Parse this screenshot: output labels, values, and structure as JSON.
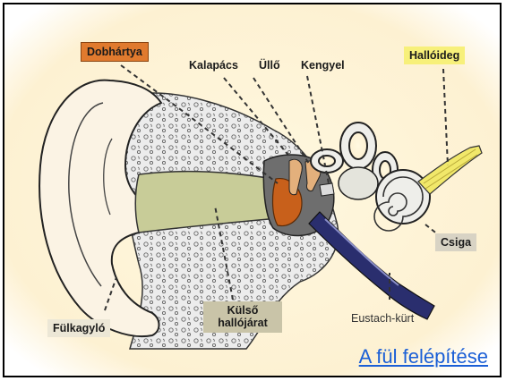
{
  "labels": {
    "dobhartya": "Dobhártya",
    "kalapacs": "Kalapács",
    "ullo": "Üllő",
    "kengyel": "Kengyel",
    "halloideg": "Hallóideg",
    "csiga": "Csiga",
    "fulkagylo": "Fülkagyló",
    "kulso_line1": "Külső",
    "kulso_line2": "hallójárat",
    "eustach": "Eustach-kürt"
  },
  "caption": "A fül felépítése",
  "colors": {
    "background": "#fdf4dc",
    "dobhartya_box": "#e07a2e",
    "halloideg_box": "#f7f07a",
    "neutral_box": "#d8d3c4",
    "kulso_box": "#c9c4a8",
    "nerve": "#f1e86a",
    "eardrum": "#c8601b",
    "canal": "#c8cc98",
    "eustach_tube": "#2a2e6e",
    "caption": "#1b5fd6"
  }
}
